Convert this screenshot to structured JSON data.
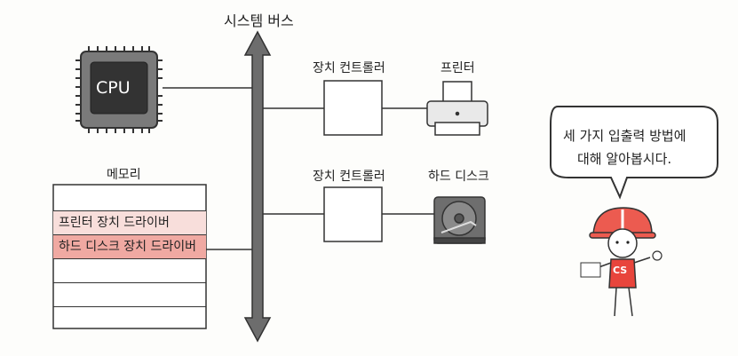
{
  "bus_title": "시스템 버스",
  "cpu_label": "CPU",
  "memory_title": "메모리",
  "memory_rows": [
    "프린터 장치 드라이버",
    "하드 디스크 장치 드라이버"
  ],
  "controller_label_top": "장치 컨트롤러",
  "controller_label_bottom": "장치 컨트롤러",
  "printer_label": "프린터",
  "hdd_label": "하드 디스크",
  "speech_line1": "세 가지 입출력 방법에",
  "speech_line2": "대해 알아봅시다.",
  "mascot_badge": "CS",
  "colors": {
    "row1_fill": "#f8dedb",
    "row2_fill": "#f0a9a2",
    "bus_fill": "#6d6d6d",
    "helmet": "#ec5b50",
    "shirt": "#e8453c"
  }
}
